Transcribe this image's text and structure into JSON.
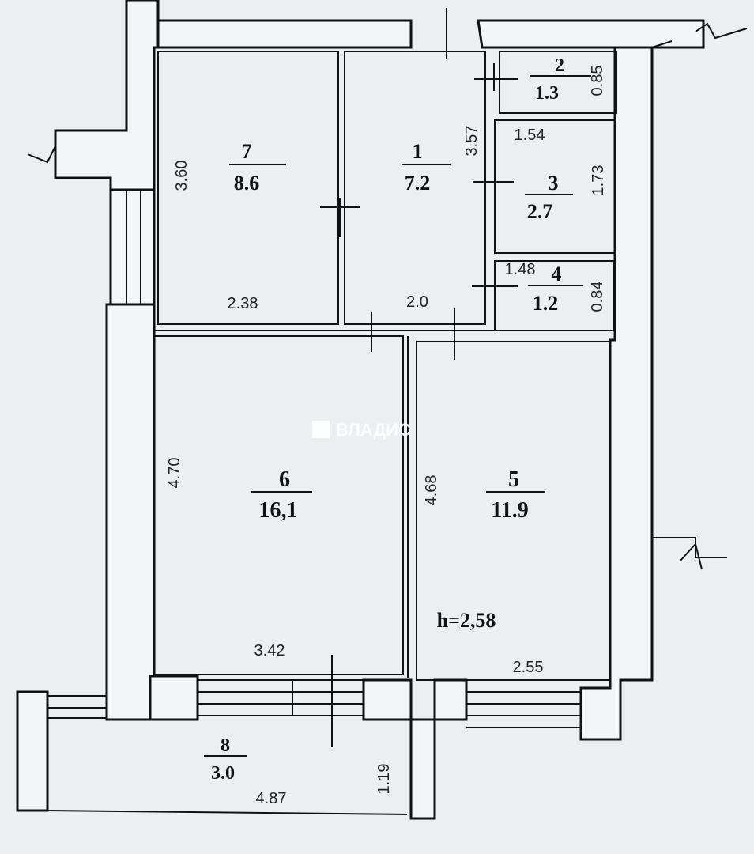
{
  "rooms": [
    {
      "id": "1",
      "area": "7.2"
    },
    {
      "id": "2",
      "area": "1.3"
    },
    {
      "id": "3",
      "area": "2.7"
    },
    {
      "id": "4",
      "area": "1.2"
    },
    {
      "id": "5",
      "area": "11.9"
    },
    {
      "id": "6",
      "area": "16,1"
    },
    {
      "id": "7",
      "area": "8.6"
    },
    {
      "id": "8",
      "area": "3.0"
    }
  ],
  "dimensions": {
    "room7_height": "3.60",
    "room7_width": "2.38",
    "room1_height": "3.57",
    "room1_width": "2.0",
    "room2_height": "0.85",
    "room3_width": "1.54",
    "room3_height": "1.73",
    "room4_width": "1.48",
    "room4_height": "0.84",
    "room6_height": "4.70",
    "room6_width": "3.42",
    "room5_height": "4.68",
    "room5_width": "2.55",
    "room8_width": "4.87",
    "room8_height": "1.19"
  },
  "ceiling_height": "h=2,58",
  "watermark": "ВЛАДИС",
  "colors": {
    "line": "#111111",
    "paper": "#eceef0",
    "wall": "#f4f5f6"
  }
}
